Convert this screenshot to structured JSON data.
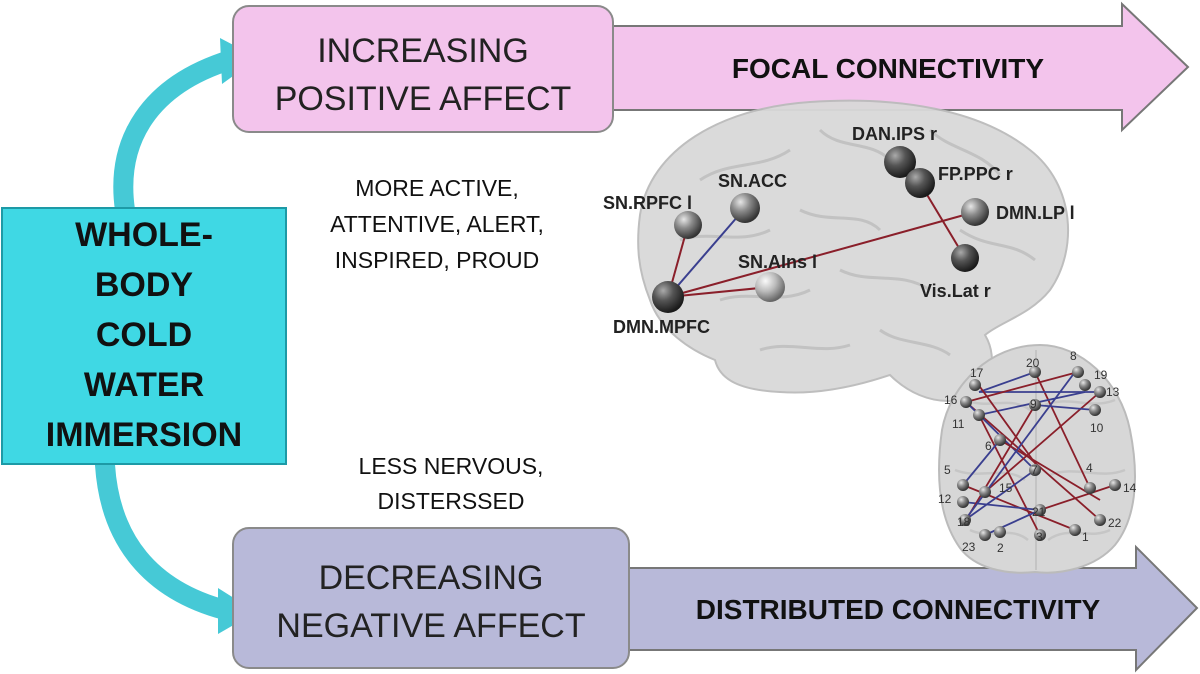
{
  "whole_body_box": {
    "lines": [
      "WHOLE-",
      "BODY",
      "COLD",
      "WATER",
      "IMMERSION"
    ]
  },
  "positive_box": {
    "line1": "INCREASING",
    "line2": "POSITIVE AFFECT"
  },
  "negative_box": {
    "line1": "DECREASING",
    "line2": "NEGATIVE AFFECT"
  },
  "focal_arrow": {
    "label": "FOCAL CONNECTIVITY"
  },
  "distributed_arrow": {
    "label": "DISTRIBUTED CONNECTIVITY"
  },
  "positive_traits": {
    "lines": [
      "MORE ACTIVE,",
      "ATTENTIVE, ALERT,",
      "INSPIRED, PROUD"
    ]
  },
  "negative_traits": {
    "lines": [
      "LESS NERVOUS,",
      "DISTERSSED"
    ]
  },
  "brain_nodes": {
    "dan_ips": "DAN.IPS r",
    "fp_ppc": "FP.PPC r",
    "dmn_lp": "DMN.LP l",
    "vis_lat": "Vis.Lat r",
    "sn_rpfc": "SN.RPFC l",
    "sn_acc": "SN.ACC",
    "sn_ains": "SN.AIns l",
    "dmn_mpfc": "DMN.MPFC"
  },
  "network_numbers": [
    "20",
    "8",
    "19",
    "17",
    "13",
    "16",
    "9",
    "11",
    "10",
    "6",
    "7",
    "5",
    "4",
    "14",
    "12",
    "15",
    "18",
    "21",
    "22",
    "23",
    "2",
    "3",
    "1"
  ],
  "colors": {
    "whole_body_fill": "#3fd8e4",
    "positive_fill": "#f3c4ec",
    "negative_fill": "#b8b9d9",
    "curve_arrow": "#46c9d6",
    "red_edge": "#8a1f2a",
    "blue_edge": "#3a3f8f"
  }
}
